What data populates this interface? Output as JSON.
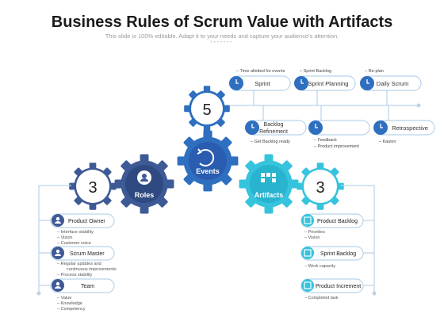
{
  "title": "Business Rules of Scrum Value with Artifacts",
  "subtitle": "This slide is 100% editable. Adapt it to your needs and capture your audience's attention.",
  "colors": {
    "dark_blue": "#3e5a96",
    "mid_blue": "#2e6fc0",
    "cyan": "#36c3dd",
    "light_line": "#b9d3ea"
  },
  "gears": {
    "five": "5",
    "events": "Events",
    "roles": "Roles",
    "roles_number": "3",
    "artifacts": "Artifacts",
    "artifacts_number": "3"
  },
  "events": {
    "top": [
      {
        "label": "Sprint",
        "note": "Time allotted for events"
      },
      {
        "label": "Sprint Planning",
        "note": "Sprint Backlog"
      },
      {
        "label": "Daily Scrum",
        "note": "Re-plan"
      }
    ],
    "bottom": [
      {
        "label_line1": "Backlog",
        "label_line2": "Refinement",
        "notes": [
          "Get Backlog ready"
        ]
      },
      {
        "label_line1": "",
        "label_line2": "",
        "notes": [
          "Feedback",
          "Product improvement"
        ]
      },
      {
        "label_line1": "Retrospective",
        "label_line2": "",
        "notes": [
          "Kaizen"
        ]
      }
    ]
  },
  "roles": [
    {
      "label": "Product Owner",
      "notes": [
        "Interface stability",
        "Vision",
        "Customer voice"
      ]
    },
    {
      "label": "Scrum Master",
      "notes": [
        "Regular updates and",
        "continuous improvements",
        "Process stability"
      ]
    },
    {
      "label": "Team",
      "notes": [
        "Value",
        "Knowledge",
        "Competency"
      ]
    }
  ],
  "artifacts": [
    {
      "label": "Product Backlog",
      "notes": [
        "Priorities",
        "Vision"
      ]
    },
    {
      "label": "Sprint Backlog",
      "notes": [
        "Work capacity"
      ]
    },
    {
      "label": "Product Increment",
      "notes": [
        "Completed task"
      ]
    }
  ]
}
